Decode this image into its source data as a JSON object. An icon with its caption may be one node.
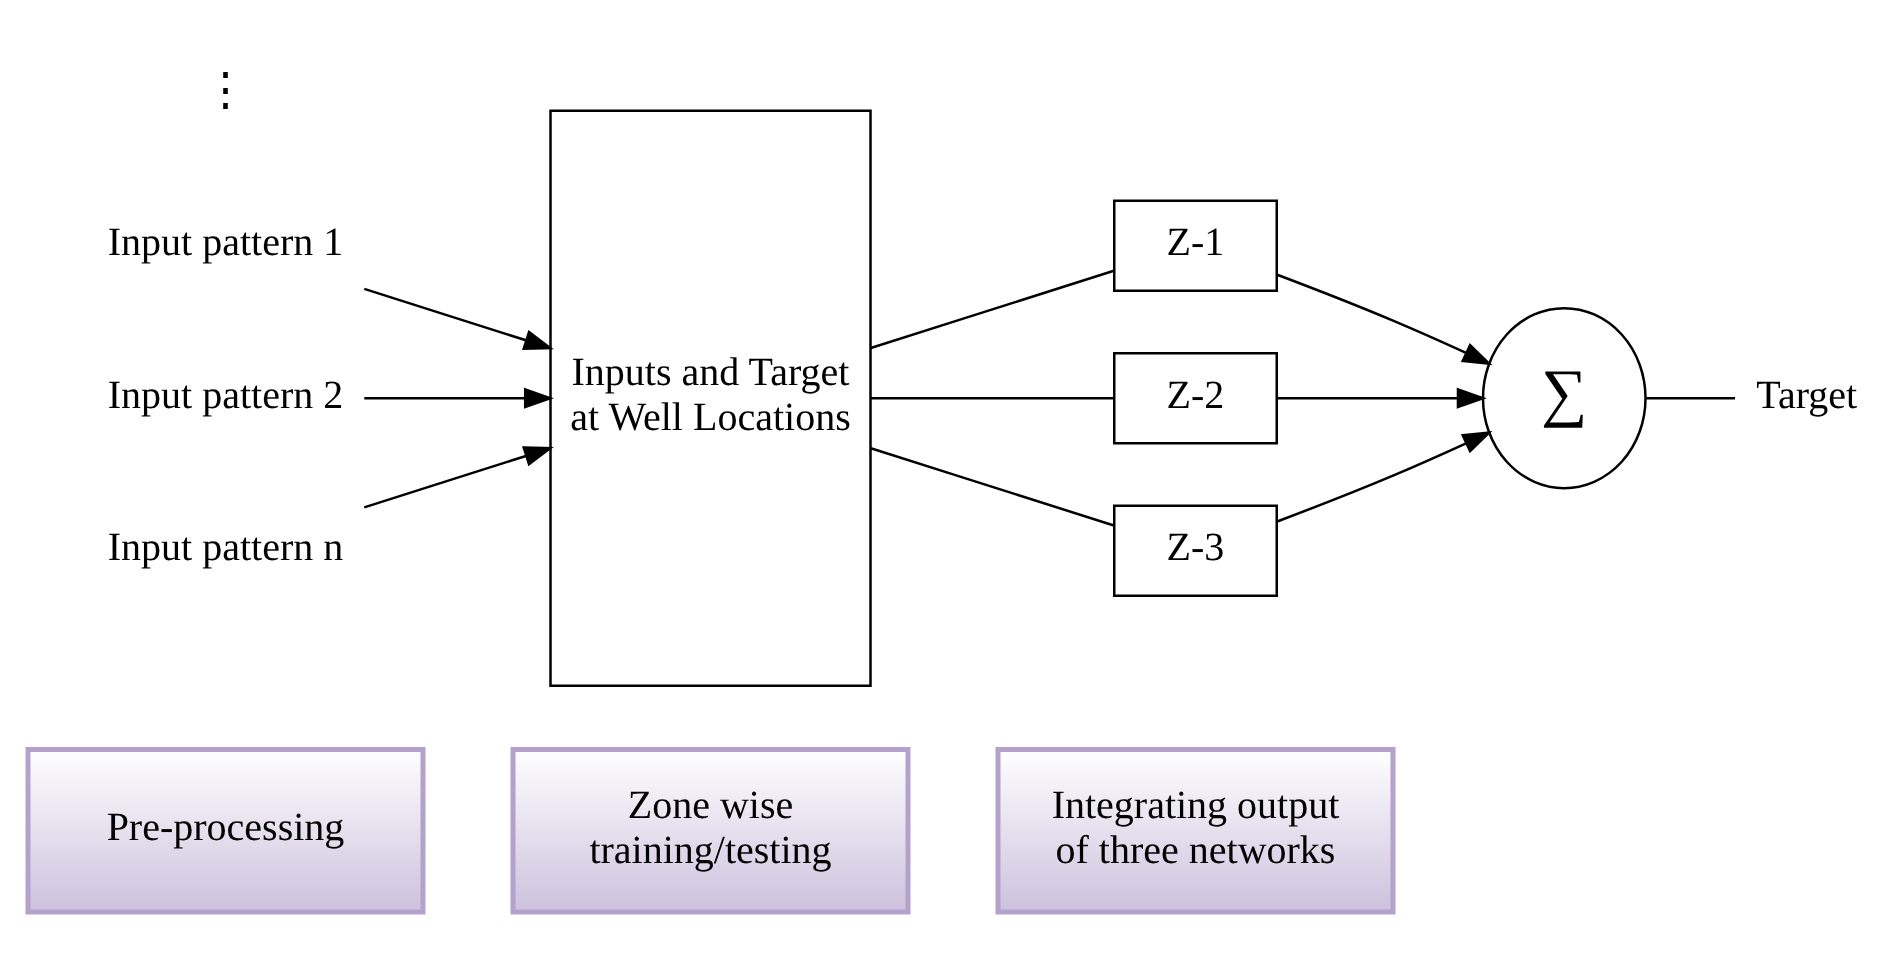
{
  "diagram": {
    "nodes": [
      {
        "text": [
          "Pre-processing"
        ]
      },
      {
        "text": [
          "Zone wise training/testing"
        ]
      },
      {
        "text": [
          "Integrating output of three networks"
        ]
      },
      {
        "text": [
          "Input pattern 1"
        ]
      },
      {
        "text": [
          "Input pattern 2"
        ]
      },
      {
        "text": [
          "Input pattern n"
        ]
      },
      {
        "text": [
          "Inputs and Target at Well Locations"
        ]
      },
      {
        "text": [
          "Z-1"
        ]
      },
      {
        "text": [
          "Z-2"
        ]
      },
      {
        "text": [
          "Z-3"
        ]
      },
      {
        "text": [
          "∑"
        ]
      },
      {
        "text": [
          "Target"
        ]
      }
    ],
    "edges": [
      {
        "from": 3,
        "to": 6,
        "arrow": "to"
      },
      {
        "from": 4,
        "to": 6,
        "arrow": "to"
      },
      {
        "from": 5,
        "to": 6,
        "arrow": "to"
      },
      {
        "from": 6,
        "to": 7,
        "arrow": "none"
      },
      {
        "from": 6,
        "to": 8,
        "arrow": "none"
      },
      {
        "from": 6,
        "to": 9,
        "arrow": "none"
      },
      {
        "from": 7,
        "to": 10,
        "arrow": "to"
      },
      {
        "from": 8,
        "to": 10,
        "arrow": "to"
      },
      {
        "from": 9,
        "to": 10,
        "arrow": "to"
      },
      {
        "from": 10,
        "to": 11,
        "arrow": "none"
      }
    ],
    "labels": [
      "⋮"
    ]
  }
}
